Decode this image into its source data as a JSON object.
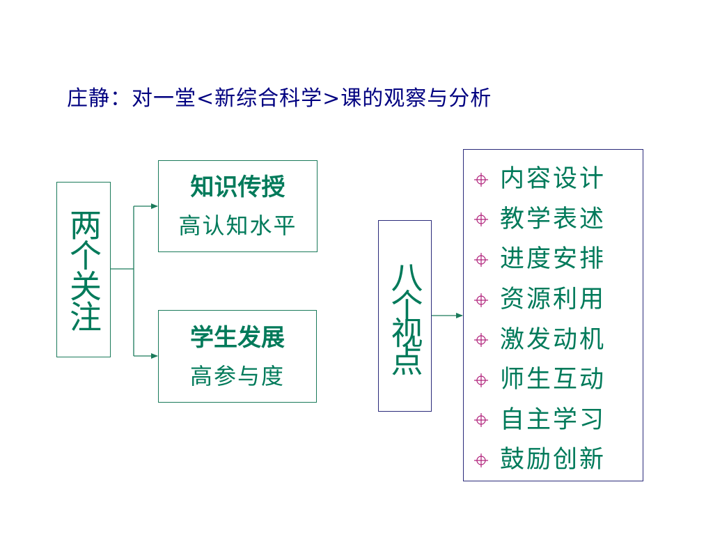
{
  "title": "庄静：对一堂<新综合科学>课的观察与分析",
  "left_group": {
    "label": "两个关注",
    "boxes": [
      {
        "heading": "知识传授",
        "sub": "高认知水平"
      },
      {
        "heading": "学生发展",
        "sub": "高参与度"
      }
    ]
  },
  "right_group": {
    "label": "八个视点",
    "items": [
      "内容设计",
      "教学表述",
      "进度安排",
      "资源利用",
      "激发动机",
      "师生互动",
      "自主学习",
      "鼓励创新"
    ]
  },
  "colors": {
    "text_green": "#007a5a",
    "title_navy": "#000080",
    "bullet_magenta": "#b0207a",
    "arrow": "#1a7a5a"
  },
  "bullet_icon": "crosshair-circle-icon"
}
